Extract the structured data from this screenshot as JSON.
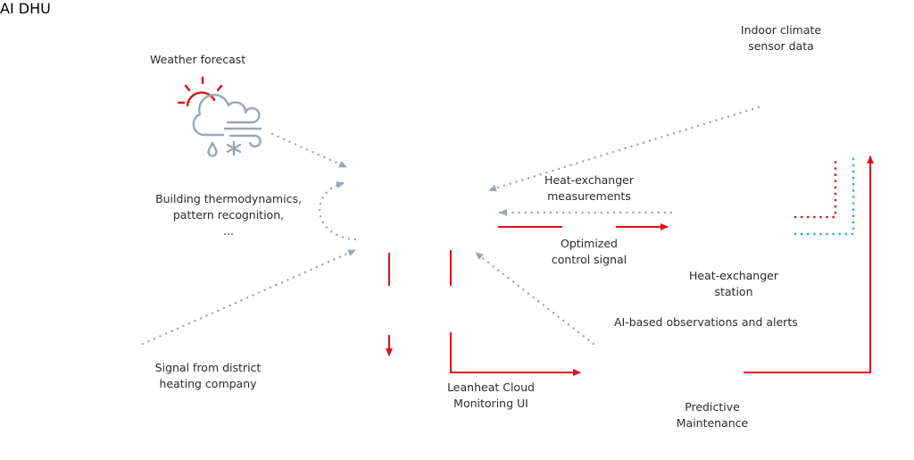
{
  "colors": {
    "accent_red": "#e3101a",
    "icon_gray": "#9aa7b0",
    "sensor_blue": "#29a8e0",
    "text": "#2b2b2b"
  },
  "nodes": {
    "weather": {
      "label": "Weather forecast",
      "icon": "weather-cloud-sun-wind-icon"
    },
    "ai_cloud": {
      "label": "AI",
      "icon": "ai-cloud-gear-icon"
    },
    "thermodynamics": {
      "lines": [
        "Building thermodynamics,",
        "pattern recognition,",
        "..."
      ]
    },
    "district_heating": {
      "lines": [
        "Signal from district",
        "heating company"
      ],
      "factory_text": "DHU",
      "icon": "factory-icon"
    },
    "indoor_climate": {
      "lines": [
        "Indoor climate",
        "sensor data"
      ],
      "icon": "buildings-icon"
    },
    "heat_exchanger_measurements": {
      "lines": [
        "Heat-exchanger",
        "measurements"
      ]
    },
    "optimized_control": {
      "lines": [
        "Optimized",
        "control signal"
      ]
    },
    "heat_exchanger_station": {
      "lines": [
        "Heat-exchanger",
        "station"
      ],
      "icon": "heat-exchanger-station-icon"
    },
    "monitoring_ui": {
      "lines": [
        "Leanheat Cloud",
        "Monitoring UI"
      ],
      "icon": "monitor-dashboard-icon"
    },
    "observations": {
      "label": "AI-based observations and alerts",
      "icon": "user-laptop-icon"
    },
    "predictive_maintenance": {
      "lines": [
        "Predictive",
        "Maintenance"
      ],
      "icon": "wrench-cycle-icon"
    }
  }
}
